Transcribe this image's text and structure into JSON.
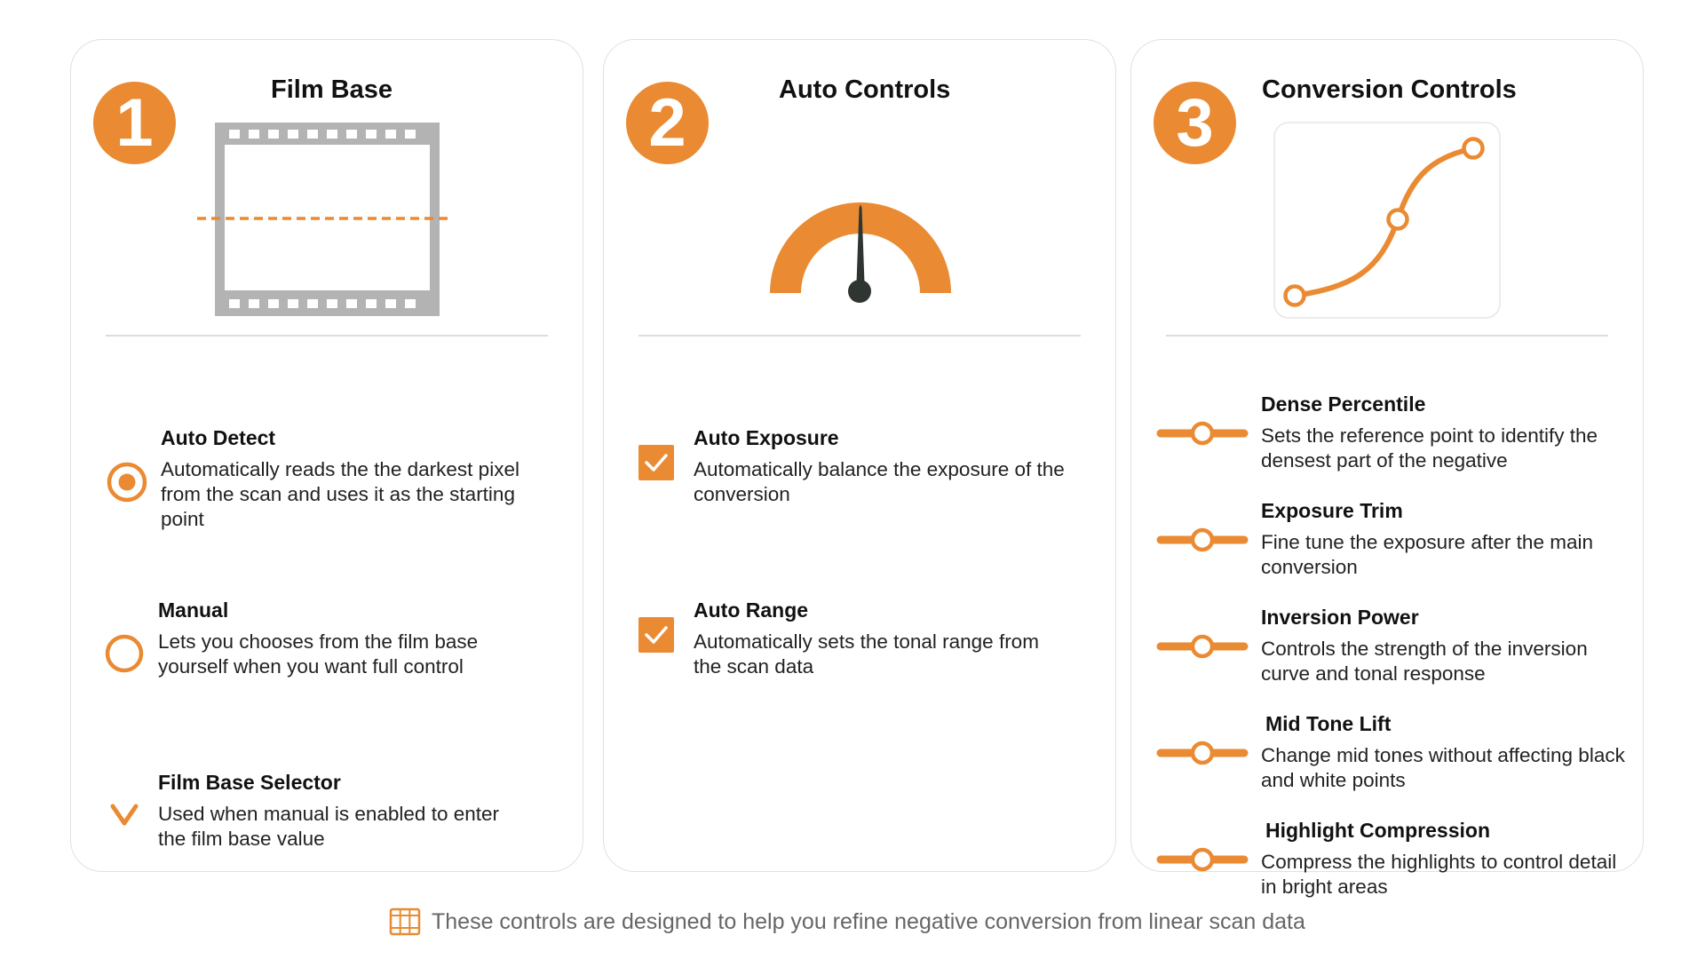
{
  "panels": [
    {
      "number": "1",
      "title": "Film Base",
      "items": [
        {
          "title": "Auto Detect",
          "desc": "Automatically reads the the darkest pixel from the scan and uses it as the starting point",
          "control": "radio-selected"
        },
        {
          "title": "Manual",
          "desc": "Lets you chooses from the film base yourself when you want full control",
          "control": "radio-empty"
        },
        {
          "title": "Film Base Selector",
          "desc": "Used when manual is enabled to enter the film base value",
          "control": "chevron-down"
        }
      ]
    },
    {
      "number": "2",
      "title": "Auto Controls",
      "items": [
        {
          "title": "Auto Exposure",
          "desc": "Automatically balance the exposure of the conversion",
          "control": "checkbox-checked"
        },
        {
          "title": "Auto Range",
          "desc": "Automatically sets the tonal range from the scan data",
          "control": "checkbox-checked"
        }
      ]
    },
    {
      "number": "3",
      "title": "Conversion Controls",
      "items": [
        {
          "title": "Dense Percentile",
          "desc": "Sets the reference point to identify the densest part of the negative",
          "control": "slider"
        },
        {
          "title": "Exposure Trim",
          "desc": "Fine tune the exposure after the main conversion",
          "control": "slider"
        },
        {
          "title": "Inversion Power",
          "desc": "Controls the strength of the inversion curve and tonal response",
          "control": "slider"
        },
        {
          "title": "Mid Tone Lift",
          "desc": "Change mid tones without affecting black and white points",
          "control": "slider"
        },
        {
          "title": "Highlight Compression",
          "desc": "Compress the highlights to control detail in bright areas",
          "control": "slider"
        }
      ]
    }
  ],
  "footer": {
    "text": "These controls are designed to help you refine negative conversion from linear scan data",
    "icon": "film-strip-icon"
  },
  "colors": {
    "accent": "#ea8a32",
    "needle": "#2f3530",
    "film": "#b3b3b3",
    "border": "#e1e1e1",
    "footer_text": "#666666"
  }
}
